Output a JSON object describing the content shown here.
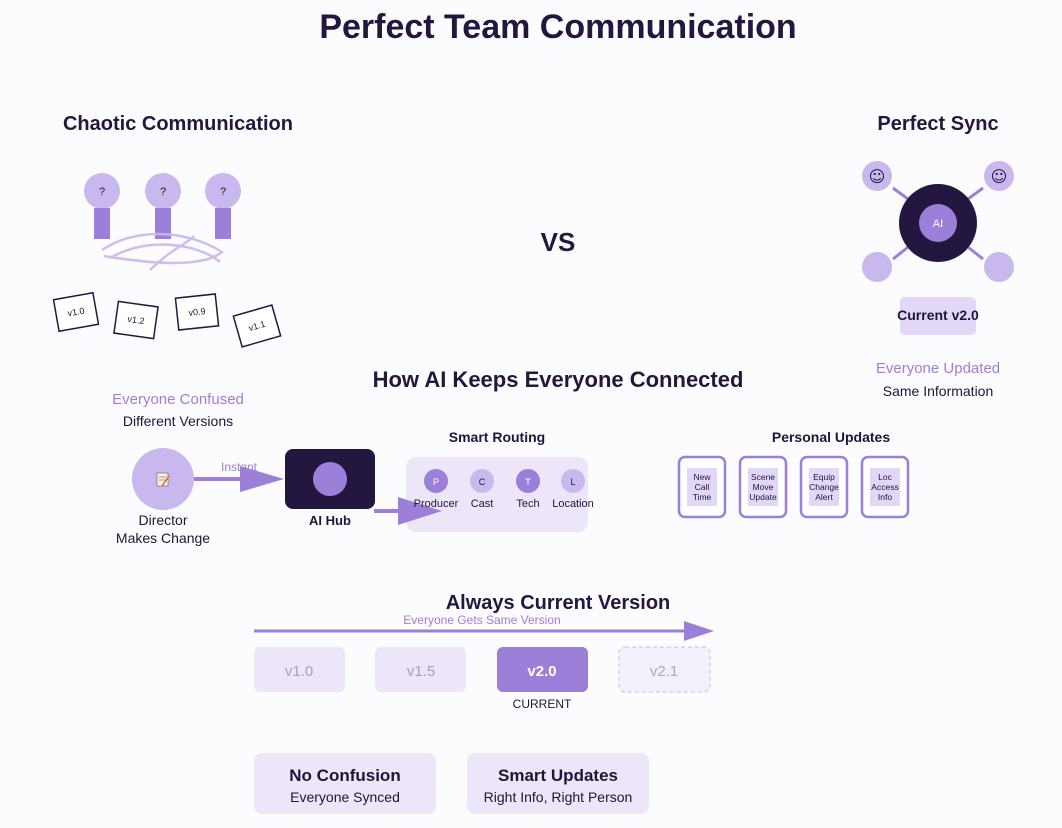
{
  "title": "Perfect Team Communication",
  "chaotic": {
    "heading": "Chaotic Communication",
    "people": [
      "?",
      "?",
      "?"
    ],
    "versions": [
      "v1.0",
      "v1.2",
      "v0.9",
      "v1.1"
    ],
    "status": "Everyone Confused",
    "sub": "Different Versions"
  },
  "vs": "VS",
  "sync": {
    "heading": "Perfect Sync",
    "faces": [
      "☺",
      "☺"
    ],
    "hub": "AI",
    "current": "Current v2.0",
    "status": "Everyone Updated",
    "sub": "Same Information"
  },
  "how": {
    "heading": "How AI Keeps Everyone Connected",
    "director_line1": "Director",
    "director_line2": "Makes Change",
    "instant": "Instant",
    "hub_label": "AI Hub",
    "routing_heading": "Smart Routing",
    "routes": [
      {
        "letter": "P",
        "label": "Producer"
      },
      {
        "letter": "C",
        "label": "Cast"
      },
      {
        "letter": "T",
        "label": "Tech"
      },
      {
        "letter": "L",
        "label": "Location"
      }
    ],
    "updates_heading": "Personal Updates",
    "updates": [
      [
        "New",
        "Call",
        "Time"
      ],
      [
        "Scene",
        "Move",
        "Update"
      ],
      [
        "Equip",
        "Change",
        "Alert"
      ],
      [
        "Loc",
        "Access",
        "Info"
      ]
    ]
  },
  "always": {
    "heading": "Always Current Version",
    "arrow_label": "Everyone Gets Same Version",
    "versions": [
      "v1.0",
      "v1.5",
      "v2.0",
      "v2.1"
    ],
    "current_label": "CURRENT"
  },
  "cards": [
    {
      "title": "No Confusion",
      "sub": "Everyone Synced"
    },
    {
      "title": "Smart Updates",
      "sub": "Right Info, Right Person"
    }
  ],
  "colors": {
    "accent": "#9b7fd9",
    "accent_dark": "#8a6fd4",
    "light": "#c9b8ee",
    "pale": "#ece6f8",
    "dark": "#24173f"
  }
}
